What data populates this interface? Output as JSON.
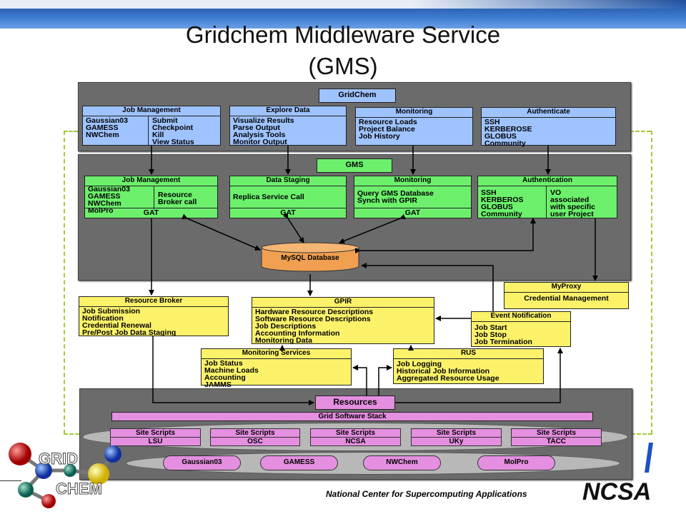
{
  "title_line1": "Gridchem Middleware Service",
  "title_line2": "(GMS)",
  "gridchem": {
    "label": "GridChem",
    "job_management": {
      "header": "Job Management",
      "left": "Gaussian03\nGAMESS\nNWChem",
      "right": "Submit\nCheckpoint\nKill\nView Status"
    },
    "explore_data": {
      "header": "Explore Data",
      "body": "Visualize Results\nParse Output\nAnalysis Tools\nMonitor Output"
    },
    "monitoring": {
      "header": "Monitoring",
      "body": "Resource Loads\nProject Balance\nJob History"
    },
    "authenticate": {
      "header": "Authenticate",
      "body": "SSH\nKERBEROSE\nGLOBUS\nCommunity"
    }
  },
  "gms": {
    "label": "GMS",
    "job_management": {
      "header": "Job Management",
      "left": "Gaussian03\nGAMESS\nNWChem\nMolPro",
      "right": "Resource\nBroker call",
      "footer": "GAT"
    },
    "data_staging": {
      "header": "Data Staging",
      "body": "Replica Service Call",
      "footer": "GAT"
    },
    "monitoring": {
      "header": "Monitoring",
      "body": "Query GMS Database\nSynch with GPIR",
      "footer": "GAT"
    },
    "authentication": {
      "header": "Authentication",
      "left": "SSH\nKERBEROS\nGLOBUS\nCommunity",
      "right": "VO\nassociated\nwith specific\nuser Project"
    },
    "database": "MySQL Database"
  },
  "resource_broker": {
    "header": "Resource Broker",
    "body": "Job Submission\nNotification\nCredential Renewal\nPre/Post Job Data Staging"
  },
  "gpir": {
    "header": "GPIR",
    "body": "Hardware Resource Descriptions\nSoftware Resource Descriptions\nJob Descriptions\nAccounting Information\nMonitoring Data"
  },
  "myproxy": {
    "header": "MyProxy",
    "body": "Credential Management"
  },
  "event_notification": {
    "header": "Event Notification",
    "body": "Job Start\nJob Stop\nJob Termination"
  },
  "monitoring_services": {
    "header": "Monitoring Services",
    "body": "Job Status\nMachine Loads\nAccounting\nJAMMS"
  },
  "rus": {
    "header": "RUS",
    "body": "Job Logging\nHistorical Job Information\nAggregated Resource Usage"
  },
  "resources": {
    "label": "Resources",
    "stack": "Grid Software Stack",
    "sites": [
      {
        "top": "Site Scripts",
        "bottom": "LSU"
      },
      {
        "top": "Site Scripts",
        "bottom": "OSC"
      },
      {
        "top": "Site Scripts",
        "bottom": "NCSA"
      },
      {
        "top": "Site Scripts",
        "bottom": "UKy"
      },
      {
        "top": "Site Scripts",
        "bottom": "TACC"
      }
    ],
    "apps": [
      "Gaussian03",
      "GAMESS",
      "NWChem",
      "MolPro"
    ]
  },
  "logo_grid": "GRID",
  "logo_chem": "CHEM",
  "logo_ncsa": "NCSA",
  "footer": "National Center for Supercomputing Applications",
  "colors": {
    "blue_box": "#9fc3ff",
    "green_box": "#6cf06c",
    "yellow_box": "#fbf26a",
    "purple_box": "#e48fe0",
    "panel": "#6b6b6b",
    "database": "#f0a050",
    "header_bar": "#2f6cc0"
  }
}
